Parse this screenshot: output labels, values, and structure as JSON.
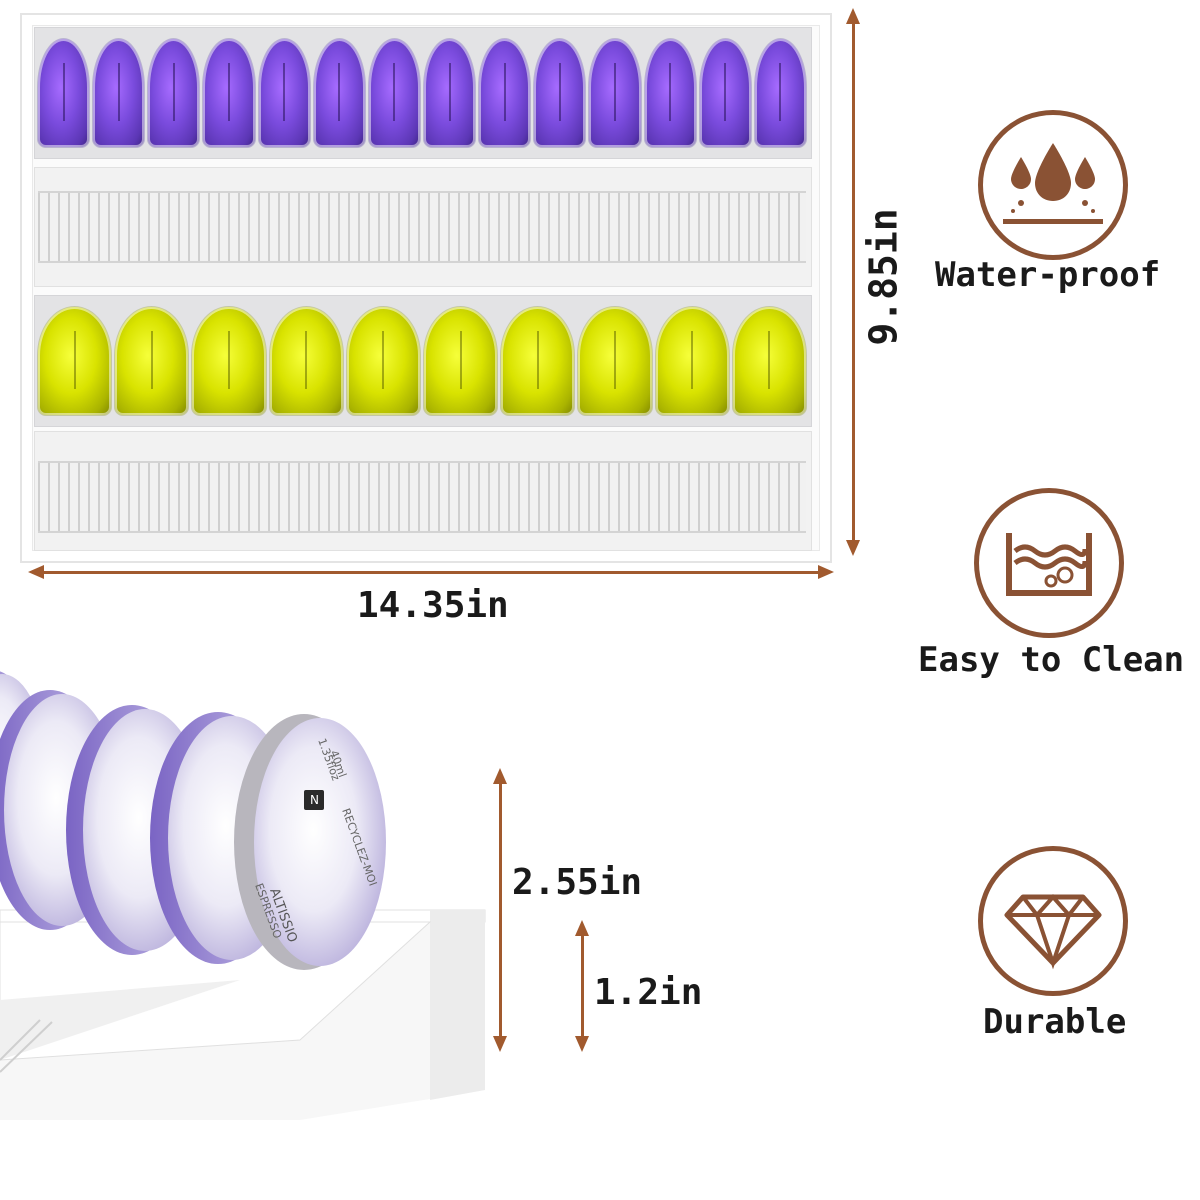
{
  "dimensions": {
    "height": "9.85in",
    "width": "14.35in",
    "total_height": "2.55in",
    "base_height": "1.2in"
  },
  "features": [
    {
      "label": "Water-proof",
      "icon": "water-drops-icon"
    },
    {
      "label": "Easy to Clean",
      "icon": "wash-basin-icon"
    },
    {
      "label": "Durable",
      "icon": "diamond-icon"
    }
  ],
  "tray_rows": [
    {
      "pod_color": "purple",
      "pod_count": 14
    },
    {
      "pod_color": "empty-slots",
      "pod_count": 0
    },
    {
      "pod_color": "yellow",
      "pod_count": 10
    },
    {
      "pod_color": "empty-slots",
      "pod_count": 0
    }
  ],
  "pod_side_text": [
    "ALTISSIO",
    "ESPRESSO",
    "RECYCLEZ-MOI",
    "40ml",
    "1.35floz"
  ],
  "colors": {
    "accent": "#a15a2e",
    "icon_ring": "#8a5234",
    "pod_purple": "#7a4bdd",
    "pod_yellow": "#d9e300"
  }
}
